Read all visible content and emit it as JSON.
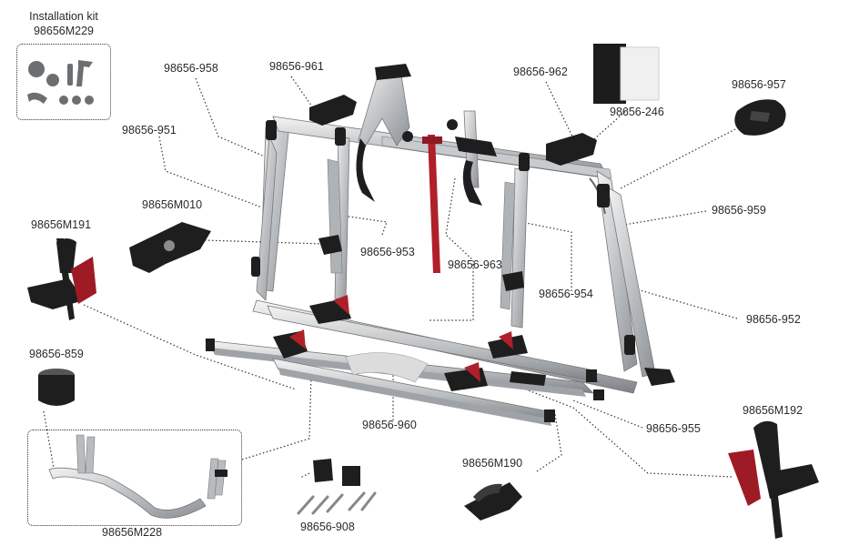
{
  "installation_kit": {
    "title": "Installation kit",
    "code": "98656M229"
  },
  "parts": [
    {
      "id": "p958",
      "code": "98656-958"
    },
    {
      "id": "p961",
      "code": "98656-961"
    },
    {
      "id": "p962",
      "code": "98656-962"
    },
    {
      "id": "p246",
      "code": "98656-246"
    },
    {
      "id": "p957",
      "code": "98656-957"
    },
    {
      "id": "p951",
      "code": "98656-951"
    },
    {
      "id": "pM010",
      "code": "98656M010"
    },
    {
      "id": "pM191",
      "code": "98656M191"
    },
    {
      "id": "p953",
      "code": "98656-953"
    },
    {
      "id": "p963",
      "code": "98656-963"
    },
    {
      "id": "p954",
      "code": "98656-954"
    },
    {
      "id": "p959",
      "code": "98656-959"
    },
    {
      "id": "p952",
      "code": "98656-952"
    },
    {
      "id": "p859",
      "code": "98656-859"
    },
    {
      "id": "p960",
      "code": "98656-960"
    },
    {
      "id": "p955",
      "code": "98656-955"
    },
    {
      "id": "pM192",
      "code": "98656M192"
    },
    {
      "id": "pM190",
      "code": "98656M190"
    },
    {
      "id": "pM228",
      "code": "98656M228"
    },
    {
      "id": "p908",
      "code": "98656-908"
    }
  ]
}
